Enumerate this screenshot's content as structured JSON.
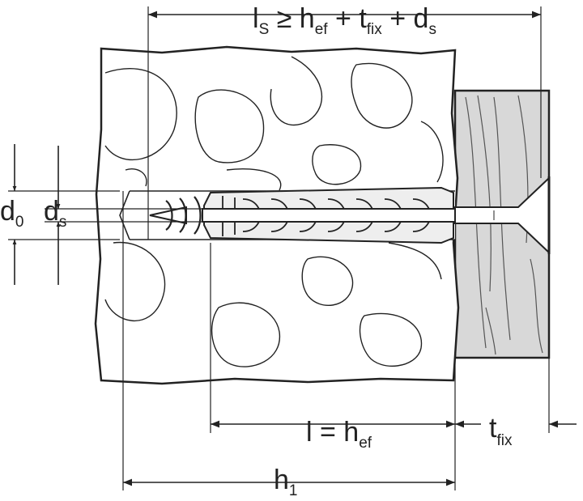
{
  "figure": {
    "ls_formula": {
      "main": "l",
      "s": "S",
      "ge_h": " ≥ h",
      "ef": "ef",
      "plus_t": " + t",
      "fix": "fix",
      "plus_d": " + d",
      "s2": "s"
    },
    "l_hef": {
      "main": "l = h",
      "ef": "ef"
    },
    "h1": {
      "main": "h",
      "sub": "1"
    },
    "tfix": {
      "main": "t",
      "sub": "fix"
    },
    "d0": {
      "main": "d",
      "sub": "0"
    },
    "ds": {
      "main": "d",
      "sub": "s"
    }
  },
  "colors": {
    "line": "#222222",
    "wood": "#d8d8d8",
    "background": "#ffffff"
  }
}
